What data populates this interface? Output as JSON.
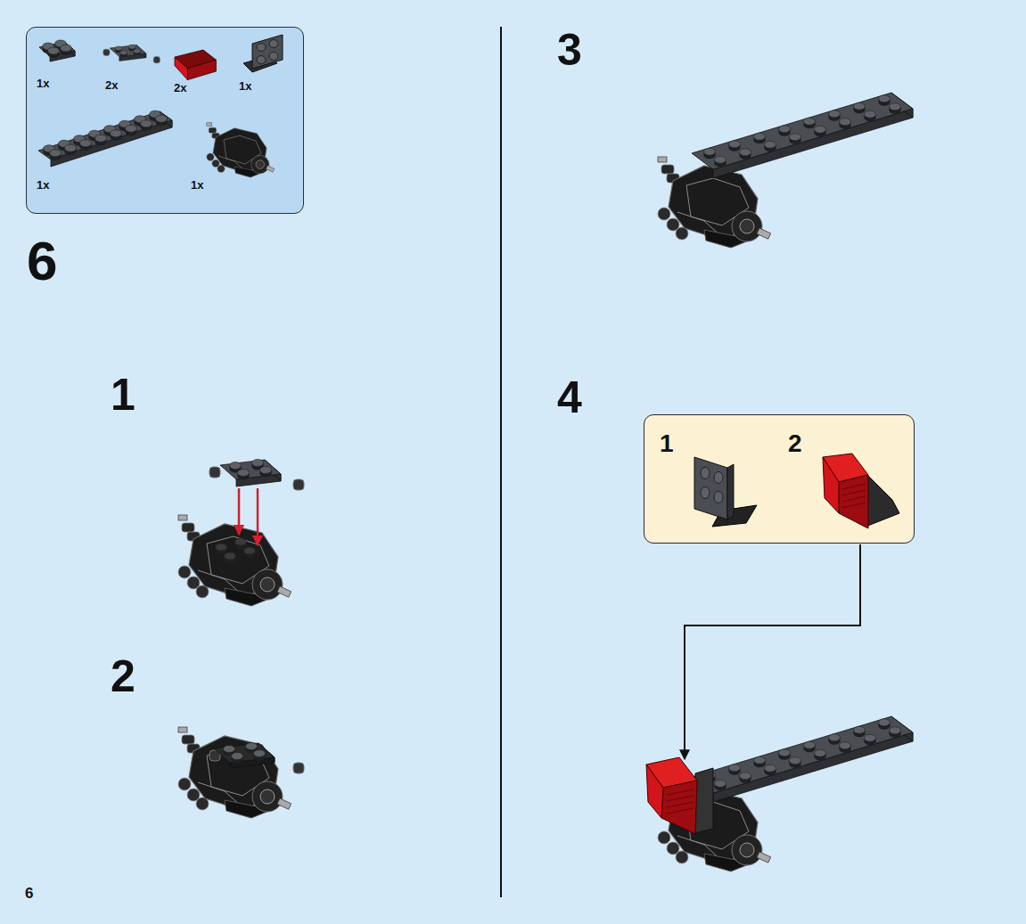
{
  "diagram": {
    "nodes": [
      {
        "text": [
          "1x",
          "2x",
          "2x",
          "1x",
          "1x",
          "1x"
        ]
      },
      {
        "text": [
          "1",
          "2"
        ]
      }
    ],
    "labels": [
      "6",
      "1",
      "2",
      "3",
      "4",
      "6"
    ]
  }
}
